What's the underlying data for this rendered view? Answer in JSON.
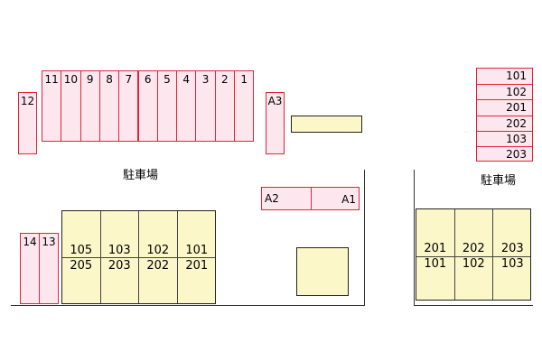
{
  "parking_top_row": [
    "11",
    "10",
    "9",
    "8",
    "7",
    "6",
    "5",
    "4",
    "3",
    "2",
    "1"
  ],
  "parking_12": "12",
  "parking_a3": "A3",
  "parking_a2": "A2",
  "parking_a1": "A1",
  "parking_13": "13",
  "parking_14": "14",
  "parking_label_left": "駐車場",
  "parking_label_right": "駐車場",
  "building_left_units": [
    {
      "top": "105",
      "bottom": "205"
    },
    {
      "top": "103",
      "bottom": "203"
    },
    {
      "top": "102",
      "bottom": "202"
    },
    {
      "top": "101",
      "bottom": "201"
    }
  ],
  "building_right_units": [
    {
      "top": "201",
      "bottom": "101"
    },
    {
      "top": "202",
      "bottom": "102"
    },
    {
      "top": "203",
      "bottom": "103"
    }
  ],
  "mailbox_rows": [
    "101",
    "102",
    "201",
    "202",
    "103",
    "203"
  ],
  "colors": {
    "stall_fill": "#fde7ef",
    "stall_border": "#e0243c",
    "building_fill": "#fbf7c8"
  }
}
